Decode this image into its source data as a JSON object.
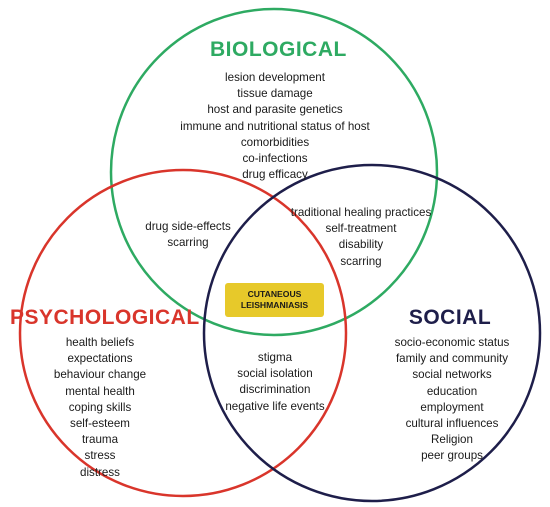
{
  "colors": {
    "biological": "#2eaa62",
    "psychological": "#d9352b",
    "social": "#1e1e4a",
    "center_fill": "#e7c92a"
  },
  "biological": {
    "title": "BIOLOGICAL",
    "items": [
      "lesion development",
      "tissue damage",
      "host and parasite genetics",
      "immune and nutritional status of host",
      "comorbidities",
      "co-infections",
      "drug efficacy"
    ]
  },
  "bio_psych": {
    "items": [
      "drug side-effects",
      "scarring"
    ]
  },
  "bio_social": {
    "items": [
      "traditional healing practices",
      "self-treatment",
      "disability",
      "scarring"
    ]
  },
  "center": {
    "lines": [
      "CUTANEOUS",
      "LEISHMANIASIS"
    ]
  },
  "psychological": {
    "title": "PSYCHOLOGICAL",
    "items": [
      "health beliefs",
      "expectations",
      "behaviour change",
      "mental health",
      "coping skills",
      "self-esteem",
      "trauma",
      "stress",
      "distress"
    ]
  },
  "psych_social": {
    "items": [
      "stigma",
      "social isolation",
      "discrimination",
      "negative life events"
    ]
  },
  "social": {
    "title": "SOCIAL",
    "items": [
      "socio-economic status",
      "family and community",
      "social networks",
      "education",
      "employment",
      "cultural influences",
      "Religion",
      "peer groups"
    ]
  }
}
